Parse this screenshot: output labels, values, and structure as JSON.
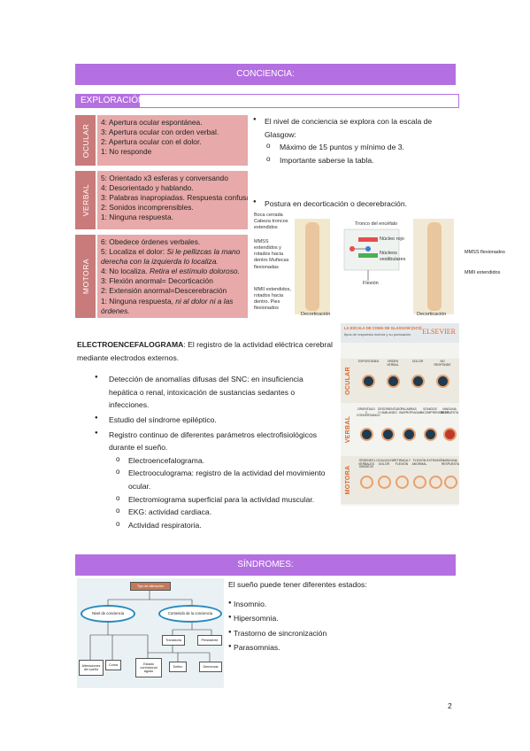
{
  "page": {
    "number": "2"
  },
  "consciencia": {
    "title": "CONCIENCIA:"
  },
  "exploracion": {
    "title": "EXPLORACIÓN:"
  },
  "gcs": {
    "ocular": {
      "label": "OCULAR",
      "lines": [
        "4: Apertura ocular espontánea.",
        "3: Apertura ocular con orden verbal.",
        "2: Apertura ocular con el dolor.",
        "1: No responde"
      ]
    },
    "verbal": {
      "label": "VERBAL",
      "lines": [
        "5: Orientado x3 esferas y conversando",
        "4: Desorientado y hablando.",
        "3: Palabras inapropiadas. Respuesta confusa",
        "2: Sonidos incomprensibles.",
        "1: Ninguna respuesta."
      ]
    },
    "motora": {
      "label": "MOTORA",
      "line6": "6: Obedece órdenes verbales.",
      "line5a": "5: Localiza el dolor: ",
      "line5b": "Si le pellizcas la mano derecha con la izquierda lo localiza.",
      "line4a": "4: No localiza. ",
      "line4b": "Retira el estímulo doloroso.",
      "line3": "3: Flexión anormal= Decorticación",
      "line2": "2: Extensión anormal=Descerebración",
      "line1a": "1: Ninguna respuesta, ",
      "line1b": "ni al dolor ni a las órdenes."
    }
  },
  "glasgow_notes": {
    "main": "El nivel de conciencia se explora con la escala de Glasgow:",
    "sub": [
      "Máximo de 15 puntos y mínimo de 3.",
      "Importante saberse la tabla."
    ],
    "postura": "Postura en decorticación o decerebración."
  },
  "postura_figure": {
    "left_top": "Boca cerrada Cabeza troncos extendidos",
    "left_mid": "MMSS extendidos y rotados hacia dentro Muñecas flexionadas",
    "left_bottom": "MMII extendidos, rotados hacia dentro. Pies flexionados",
    "center_title": "Tronco del encéfalo",
    "center_a": "Núcleo rojo",
    "center_b": "Núcleos vestibulares",
    "center_c": "Flexión",
    "caption_left": "Decorticación",
    "caption_right": "Decorticación",
    "right_a": "MMSS flexionados",
    "right_b": "MMII extendidos"
  },
  "eeg": {
    "title": "ELECTROENCEFALOGRAMA",
    "title_rest": ": El registro de la actividad eléctrica cerebral mediante electrodos externos.",
    "bullets": [
      "Detección de anomalías difusas del SNC: en insuficiencia hepática o renal, intoxicación de sustancias sedantes o infecciones.",
      "Estudio del síndrome epiléptico.",
      "Registro continuo de diferentes parámetros electrofisiológicos durante el sueño."
    ],
    "sub": [
      "Electroencefalograma.",
      "Electrooculograma: registro de la actividad del movimiento ocular.",
      "Electromiograma superficial para la actividad muscular.",
      "EKG: actividad cardiaca.",
      "Actividad respiratoria."
    ]
  },
  "glasgow_infographic": {
    "title": "LA ESCALA DE COMA DE GLASGOW (GCS)",
    "subtitle": "tipos de respuesta motora y su puntuación",
    "brand": "ELSEVIER",
    "ocular": "OCULAR",
    "verbal": "VERBAL",
    "motora": "MOTORA",
    "ocular_items": [
      "ESPONTÁNEA",
      "ORDEN VERBAL",
      "DOLOR",
      "NO RESPONDE"
    ],
    "verbal_items": [
      "ORIENTADO Y CONVERSANDO",
      "DESORIENTADO Y HABLANDO",
      "PALABRAS INAPROPIADAS",
      "SONIDOS INCOMPRENSIBLES",
      "NINGUNA RESPUESTA"
    ],
    "motora_items": [
      "ÓRDENES VERBALES OBEDECE",
      "LOCALIZA EL DOLOR",
      "RETIRADA Y FLEXIÓN",
      "FLEXIÓN ANORMAL",
      "EXTENSIÓN",
      "NINGUNA RESPUESTA"
    ]
  },
  "sindromes": {
    "title": "SÍNDROMES:"
  },
  "diagram": {
    "root": "Tipo de alteración",
    "left": "Nivel de conciencia",
    "right": "Contenido de la conciencia",
    "l1": "Alteraciones del sueño",
    "l2": "Coma",
    "l3": "Estado confusional agudo",
    "r1": "Transitoria",
    "r2": "Persistente",
    "r3": "Delirio",
    "r4": "Demencia"
  },
  "sleep": {
    "intro": "El sueño puede tener diferentes estados:",
    "items": [
      "Insomnio.",
      "Hipersomnia.",
      "Trastorno de sincronización",
      "Parasomnias."
    ]
  },
  "colors": {
    "accent": "#b46fe0",
    "gcs_box": "#e7a9a9",
    "gcs_side": "#c97a7a",
    "brand": "#e0682c"
  }
}
